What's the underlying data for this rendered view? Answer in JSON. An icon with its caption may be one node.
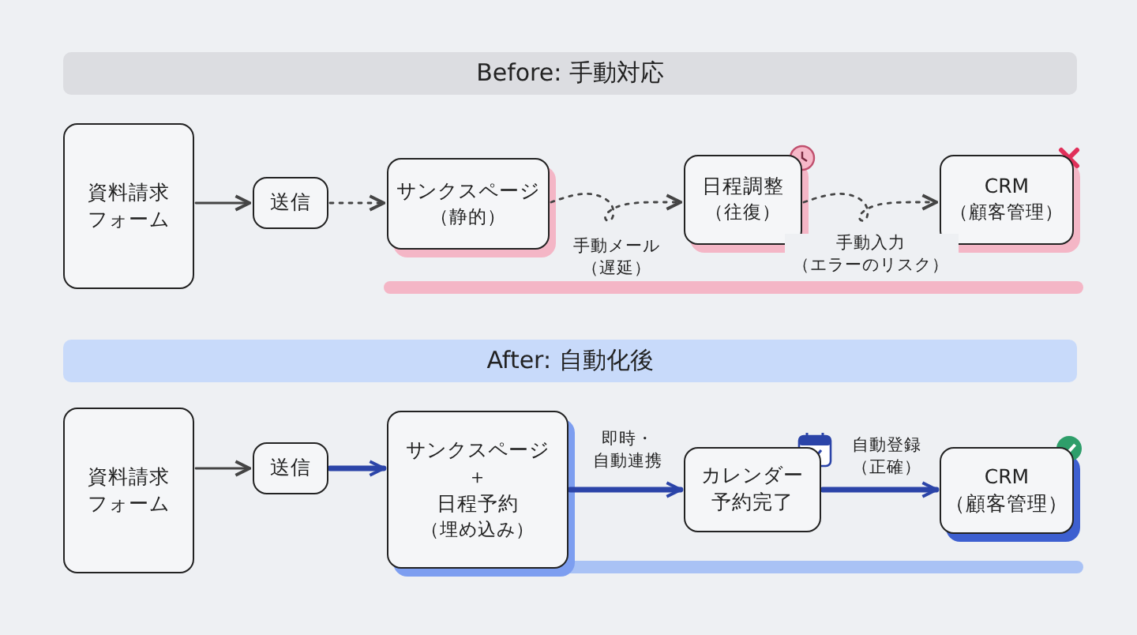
{
  "diagram": {
    "nodes": [
      {
        "text": [
          "資料請求フォーム"
        ]
      },
      {
        "text": [
          "送信"
        ]
      },
      {
        "text": [
          "サンクスページ",
          "（静的）"
        ]
      },
      {
        "text": [
          "日程調整",
          "（往復）"
        ]
      },
      {
        "text": [
          "CRM",
          "（顧客管理）"
        ]
      },
      {
        "text": [
          "資料請求フォーム"
        ]
      },
      {
        "text": [
          "送信"
        ]
      },
      {
        "text": [
          "サンクスページ",
          "＋",
          "日程予約",
          "（埋め込み）"
        ]
      },
      {
        "text": [
          "カレンダー予約完了"
        ]
      },
      {
        "text": [
          "CRM",
          "（顧客管理）"
        ]
      }
    ],
    "edges": [
      {
        "from": 0,
        "to": 1,
        "arrow": "to"
      },
      {
        "from": 1,
        "to": 2,
        "arrow": "to",
        "style": "dashed"
      },
      {
        "from": 2,
        "to": 3,
        "arrow": "to",
        "style": "dashed",
        "label": "手動メール（遅延）"
      },
      {
        "from": 3,
        "to": 4,
        "arrow": "to",
        "style": "dashed",
        "label": "手動入力（エラーのリスク）"
      },
      {
        "from": 5,
        "to": 6,
        "arrow": "to"
      },
      {
        "from": 6,
        "to": 7,
        "arrow": "to",
        "style": "thick",
        "color": "#2b44a8"
      },
      {
        "from": 7,
        "to": 8,
        "arrow": "to",
        "style": "thick",
        "color": "#2b44a8",
        "label": "即時・自動連携"
      },
      {
        "from": 8,
        "to": 9,
        "arrow": "to",
        "style": "thick",
        "color": "#2b44a8",
        "label": "自動登録（正確）"
      }
    ],
    "labels": [
      "Before: 手動対応",
      "After: 自動化後"
    ]
  }
}
